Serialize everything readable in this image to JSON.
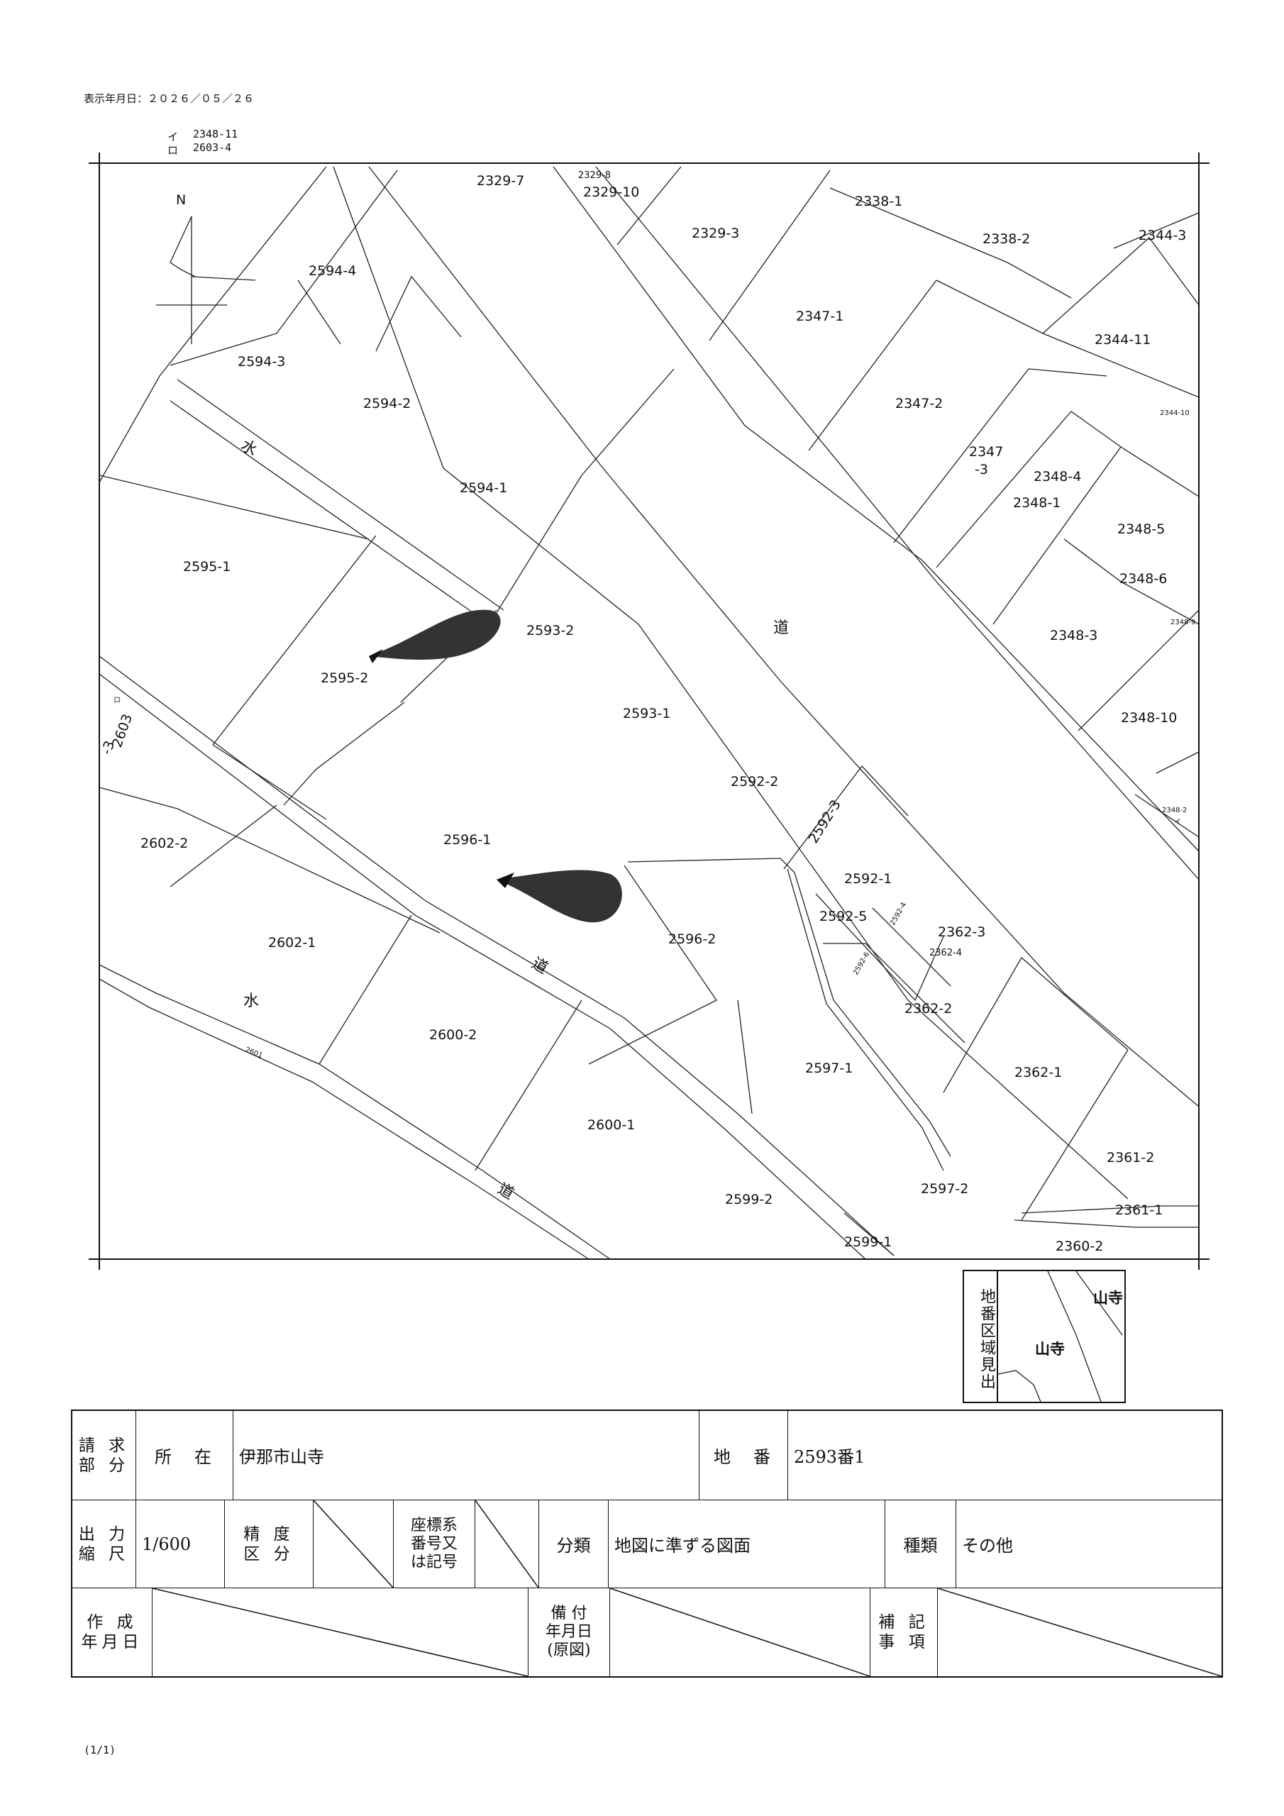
{
  "header": {
    "display_date": "表示年月日：２０２６／０５／２６",
    "legend_i_mark": "イ",
    "legend_i_value": "2348-11",
    "legend_ro_mark": "ロ",
    "legend_ro_value": "2603-4"
  },
  "map": {
    "north_label": "N",
    "lots": {
      "l2329_7": "2329-7",
      "l2329_8": "2329-8",
      "l2329_10": "2329-10",
      "l2329_3": "2329-3",
      "l2338_1": "2338-1",
      "l2338_2": "2338-2",
      "l2344_3": "2344-3",
      "l2344_11": "2344-11",
      "l2344_10": "2344-10",
      "l2347_1": "2347-1",
      "l2347_2": "2347-2",
      "l2347_3a": "2347",
      "l2347_3b": "-3",
      "l2348_4": "2348-4",
      "l2348_1": "2348-1",
      "l2348_5": "2348-5",
      "l2348_6": "2348-6",
      "l2348_9": "2348-9",
      "l2348_3": "2348-3",
      "l2348_10": "2348-10",
      "l2348_2": "2348-2",
      "l2348_2b": "イ",
      "l2594_4": "2594-4",
      "l2594_3": "2594-3",
      "l2594_2": "2594-2",
      "l2594_1": "2594-1",
      "l2595_1": "2595-1",
      "l2595_2": "2595-2",
      "l2593_2": "2593-2",
      "l2593_1": "2593-1",
      "l2592_2": "2592-2",
      "l2592_3": "2592-3",
      "l2592_1": "2592-1",
      "l2592_5": "2592-5",
      "l2592_4": "2592-4",
      "l2592_6": "2592-6",
      "l2362_3": "2362-3",
      "l2362_4": "2362-4",
      "l2362_2": "2362-2",
      "l2362_1": "2362-1",
      "l2361_2": "2361-2",
      "l2361_1": "2361-1",
      "l2360_2": "2360-2",
      "l2596_1": "2596-1",
      "l2596_2": "2596-2",
      "l2597_1": "2597-1",
      "l2597_2": "2597-2",
      "l2599_2": "2599-2",
      "l2599_1": "2599-1",
      "l2600_1": "2600-1",
      "l2600_2": "2600-2",
      "l2602_1": "2602-1",
      "l2602_2": "2602-2",
      "l2603_3a": "2603",
      "l2603_3b": "-3",
      "l2603_ro": "ロ",
      "l2601": "2601"
    },
    "kanji": {
      "water_1": "水",
      "water_2": "水",
      "road_1": "道",
      "road_2": "道",
      "road_3": "道"
    }
  },
  "index_box": {
    "title": "地番区域見出",
    "area_1": "山寺",
    "area_2": "山寺"
  },
  "info_table": {
    "request_label": "請 求\n部 分",
    "location_label": "所　在",
    "location_value": "伊那市山寺",
    "lot_label": "地　番",
    "lot_value": "2593番1",
    "scale_label": "出 力\n縮 尺",
    "scale_value": "1/600",
    "precision_label": "精 度\n区 分",
    "coord_label": "座標系\n番号又\nは記号",
    "class_label": "分類",
    "class_value": "地図に準ずる図面",
    "type_label": "種類",
    "type_value": "その他",
    "created_label": "作 成\n年月日",
    "attached_label": "備 付\n年月日\n(原図)",
    "notes_label": "補 記\n事 項"
  },
  "footer": {
    "page": "(1/1)"
  }
}
